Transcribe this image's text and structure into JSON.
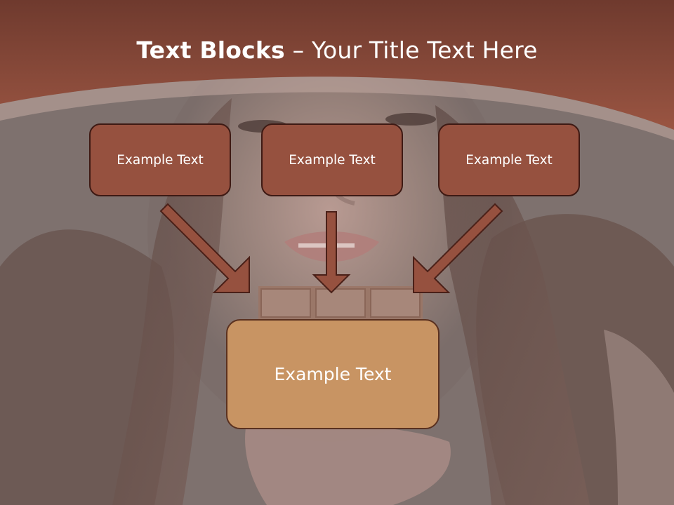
{
  "slide": {
    "title_bold": "Text Blocks",
    "title_dash": " – ",
    "title_rest": "Your Title Text Here"
  },
  "boxes": [
    {
      "label": "Example Text"
    },
    {
      "label": "Example Text"
    },
    {
      "label": "Example Text"
    }
  ],
  "main_box": {
    "label": "Example Text"
  },
  "colors": {
    "header": "#8a4a3a",
    "box_fill": "#96513f",
    "main_box_fill": "#c89463",
    "arrow_fill": "#96513f",
    "box_border": "#3e1a14"
  }
}
